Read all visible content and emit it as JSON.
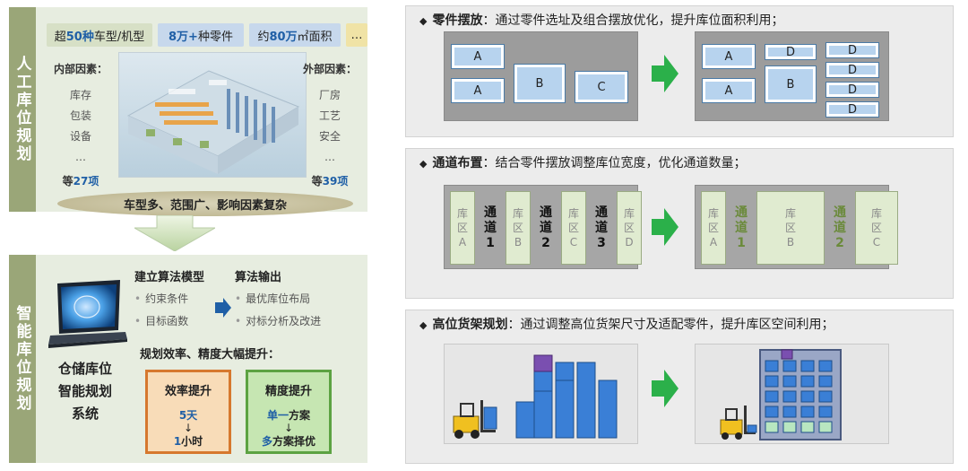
{
  "manual": {
    "label": "人工库位规划",
    "stats": [
      {
        "pre": "超",
        "num": "50种",
        "post": "车型/机型"
      },
      {
        "pre": "",
        "num": "8万+",
        "post": "种零件"
      },
      {
        "pre": "约",
        "num": "80万",
        "post": "㎡面积"
      },
      {
        "pre": "",
        "num": "",
        "post": "…"
      }
    ],
    "internal": {
      "title": "内部因素：",
      "items": [
        "库存",
        "包装",
        "设备",
        "…"
      ],
      "total_pre": "等",
      "total_num": "27项"
    },
    "external": {
      "title": "外部因素：",
      "items": [
        "厂房",
        "工艺",
        "安全",
        "…"
      ],
      "total_pre": "等",
      "total_num": "39项"
    },
    "summary": "车型多、范围广、影响因素复杂"
  },
  "smart": {
    "label": "智能库位规划",
    "system_name": [
      "仓储库位",
      "智能规划",
      "系统"
    ],
    "model": {
      "title": "建立算法模型",
      "items": [
        "约束条件",
        "目标函数"
      ]
    },
    "output": {
      "title": "算法输出",
      "items": [
        "最优库位布局",
        "对标分析及改进"
      ]
    },
    "improve_title": "规划效率、精度大幅提升：",
    "efficiency": {
      "title": "效率提升",
      "from": "5天",
      "to_num": "1",
      "to_unit": "小时"
    },
    "accuracy": {
      "title": "精度提升",
      "from_hl": "单一",
      "from_rest": "方案",
      "to_hl": "多",
      "to_rest": "方案择优"
    }
  },
  "panels": {
    "placement": {
      "bullet": "◆",
      "title": "零件摆放",
      "desc": "：通过零件选址及组合摆放优化，提升库位面积利用；"
    },
    "aisle": {
      "bullet": "◆",
      "title": "通道布置",
      "desc": "：结合零件摆放调整库位宽度，优化通道数量；"
    },
    "rack": {
      "bullet": "◆",
      "title": "高位货架规划",
      "desc": "：通过调整高位货架尺寸及适配零件，提升库区空间利用；"
    }
  },
  "placement_before": [
    "A",
    "A",
    "B",
    "C"
  ],
  "placement_after": [
    "A",
    "A",
    "D",
    "B",
    "D",
    "D",
    "D",
    "D"
  ],
  "aisle_before": {
    "zones": [
      "库区A",
      "库区B",
      "库区C",
      "库区D"
    ],
    "aisles": [
      "通道1",
      "通道2",
      "通道3"
    ]
  },
  "aisle_after": {
    "zones": [
      "库区A",
      "库区B",
      "库区C"
    ],
    "aisles": [
      "通道1",
      "通道2"
    ]
  },
  "colors": {
    "accent_blue": "#1f5fa6",
    "arrow_green": "#2bb04a",
    "label_olive": "#9aa678"
  }
}
